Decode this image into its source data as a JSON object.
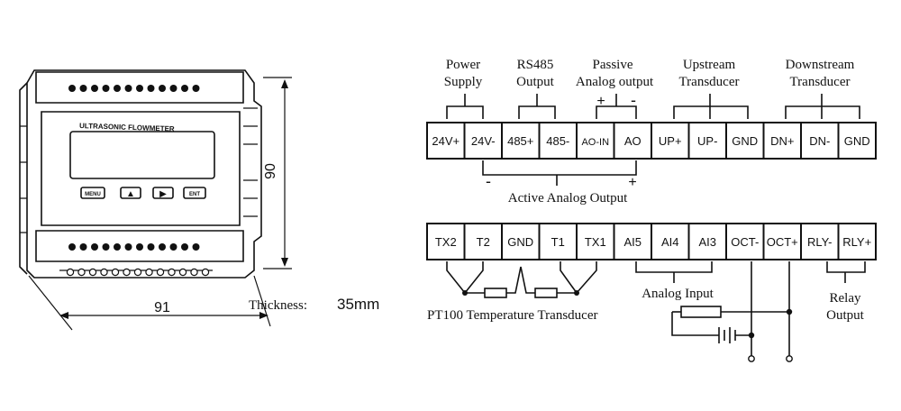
{
  "device": {
    "panel_label": "ULTRASONIC FLOWMETER",
    "buttons": [
      "MENU",
      "▲",
      "▶",
      "ENT"
    ],
    "width_dim": "91",
    "height_dim": "90",
    "thickness_label": "Thickness:",
    "thickness_value": "35mm"
  },
  "top_row": {
    "groups": [
      {
        "lines": [
          "Power",
          "Supply"
        ]
      },
      {
        "lines": [
          "RS485",
          "Output"
        ]
      },
      {
        "lines": [
          "Passive",
          "Analog output"
        ]
      },
      {
        "lines": [
          "Upstream",
          "Transducer"
        ]
      },
      {
        "lines": [
          "Downstream",
          "Transducer"
        ]
      }
    ],
    "terminals": [
      "24V+",
      "24V-",
      "485+",
      "485-",
      "AO-IN",
      "AO",
      "UP+",
      "UP-",
      "GND",
      "DN+",
      "DN-",
      "GND"
    ],
    "passive_plus": "+",
    "passive_minus": "-",
    "active_minus": "-",
    "active_plus": "+",
    "active_label": "Active Analog Output"
  },
  "bottom_row": {
    "terminals": [
      "TX2",
      "T2",
      "GND",
      "T1",
      "TX1",
      "AI5",
      "AI4",
      "AI3",
      "OCT-",
      "OCT+",
      "RLY-",
      "RLY+"
    ],
    "pt100_label": "PT100 Temperature Transducer",
    "analog_input_label": "Analog Input",
    "relay_lines": [
      "Relay",
      "Output"
    ]
  }
}
